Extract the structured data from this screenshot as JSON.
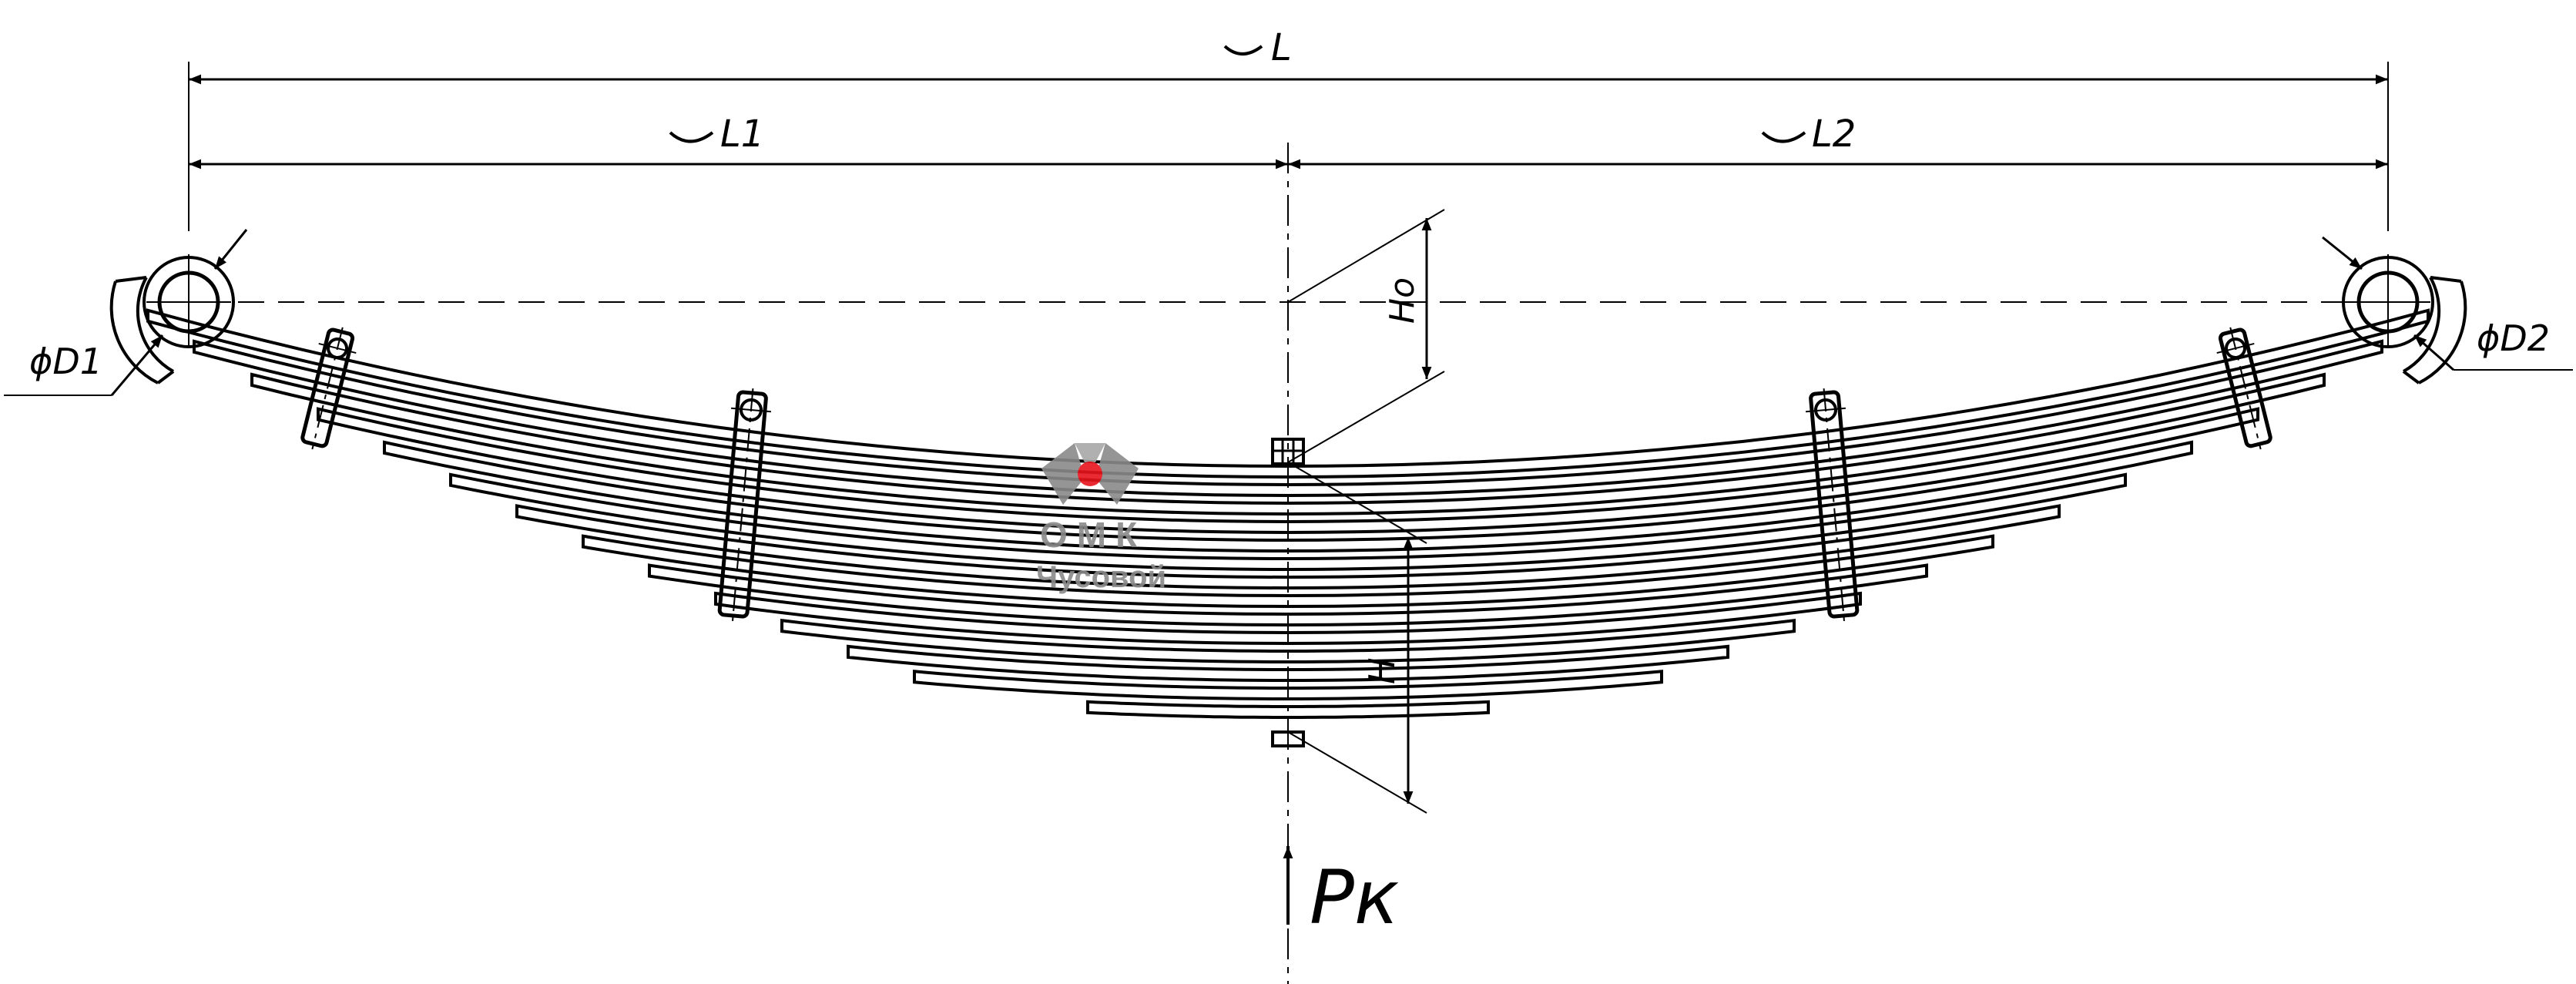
{
  "dimensions": {
    "overall_length": "L",
    "length_left": "L1",
    "length_right": "L2",
    "eye_diameter_left": "ϕD1",
    "eye_diameter_right": "ϕD2",
    "height_unloaded": "Hо",
    "height_loaded": "H",
    "load": "Pк"
  },
  "logo": {
    "line1": "ОМК",
    "line2": "Чусовой",
    "accent_color": "#e8141c",
    "logo_color": "#8a8a8a"
  },
  "colors": {
    "line": "#000000",
    "background": "#ffffff"
  }
}
